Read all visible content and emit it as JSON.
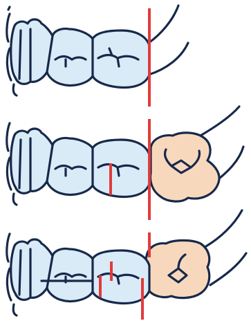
{
  "colors": {
    "background": "#ffffff",
    "outline": "#17294a",
    "arch_fill": "#d9ebf7",
    "adjacent_tooth_fill": "#f8d8bd",
    "cut_line": "#e23b3b"
  },
  "panels": [
    {
      "id": "stage-1",
      "description_visible": "",
      "shows_adjacent_tooth": false,
      "internal_cuts": 0
    },
    {
      "id": "stage-2",
      "description_visible": "",
      "shows_adjacent_tooth": true,
      "internal_cuts": 1
    },
    {
      "id": "stage-3",
      "description_visible": "",
      "shows_adjacent_tooth": true,
      "internal_cuts": 3
    }
  ]
}
